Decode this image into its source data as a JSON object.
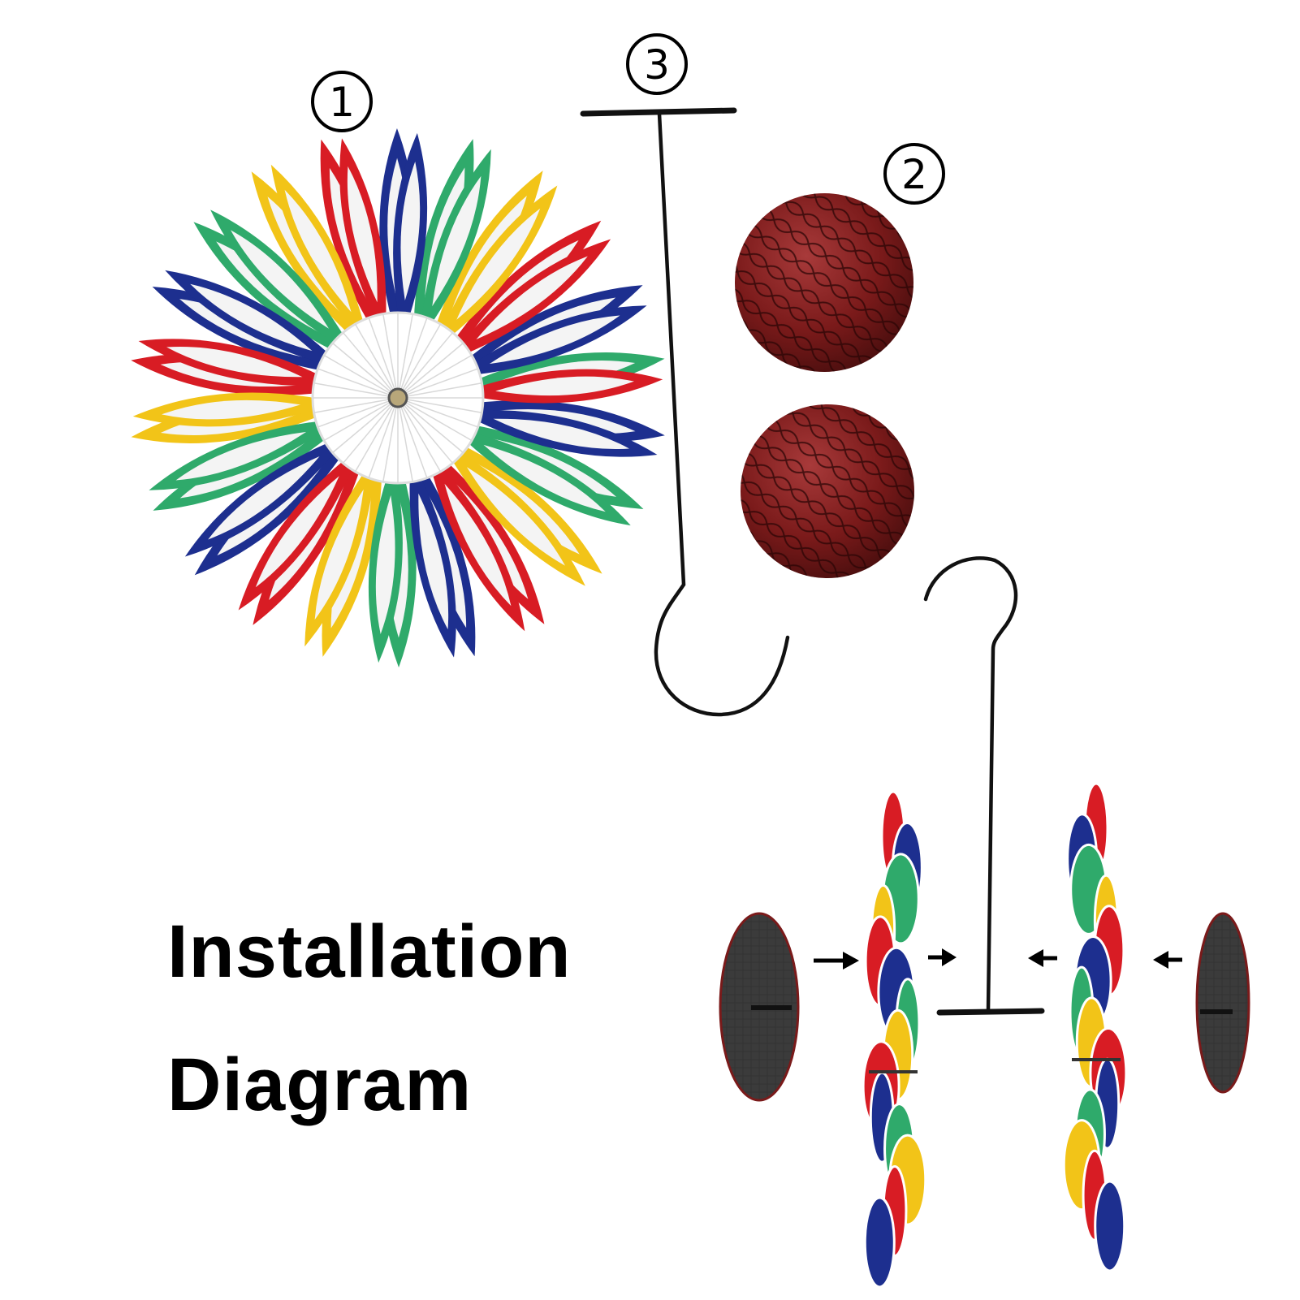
{
  "title": {
    "line1": "Installation",
    "line2": "Diagram"
  },
  "part_labels": {
    "flower": "1",
    "balls": "2",
    "stand": "3"
  },
  "colors": {
    "red": "#d81c24",
    "blue": "#1d2f8f",
    "green": "#2faa6b",
    "yellow": "#f2c418",
    "ball": "#7a1a1a",
    "disc": "#3a3a3a",
    "stand": "#111111"
  },
  "icons": {
    "arrow": "arrow-right-icon"
  }
}
